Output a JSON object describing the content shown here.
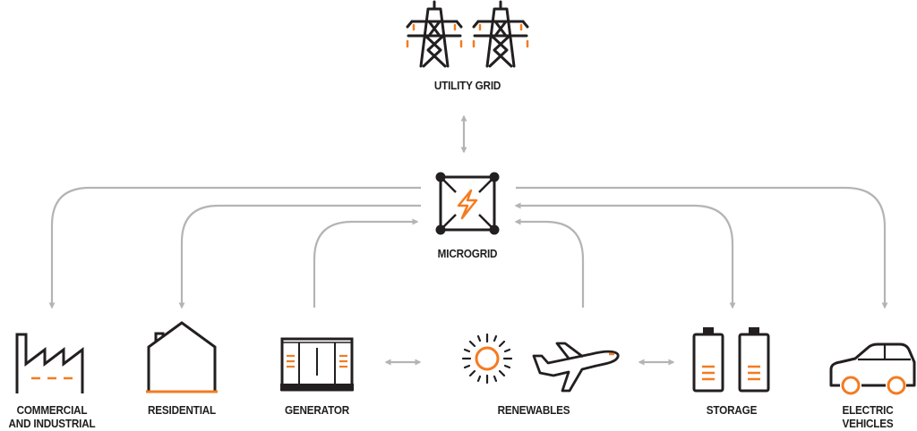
{
  "colors": {
    "dark": "#231f20",
    "accent": "#f47b20",
    "connector": "#b4b4b4",
    "background": "#ffffff"
  },
  "nodes": {
    "utility_grid": {
      "label": "UTILITY GRID",
      "icon": "transmission-tower-icon"
    },
    "microgrid": {
      "label": "MICROGRID",
      "icon": "microgrid-lightning-icon"
    },
    "commercial": {
      "label_line1": "COMMERCIAL",
      "label_line2": "AND INDUSTRIAL",
      "icon": "factory-icon"
    },
    "residential": {
      "label": "RESIDENTIAL",
      "icon": "house-icon"
    },
    "generator": {
      "label": "GENERATOR",
      "icon": "generator-icon"
    },
    "renewables": {
      "label": "RENEWABLES",
      "icon": "sun-and-wind-icon"
    },
    "storage": {
      "label": "STORAGE",
      "icon": "battery-icon"
    },
    "electric_vehicles": {
      "label_line1": "ELECTRIC",
      "label_line2": "VEHICLES",
      "icon": "car-icon"
    }
  }
}
